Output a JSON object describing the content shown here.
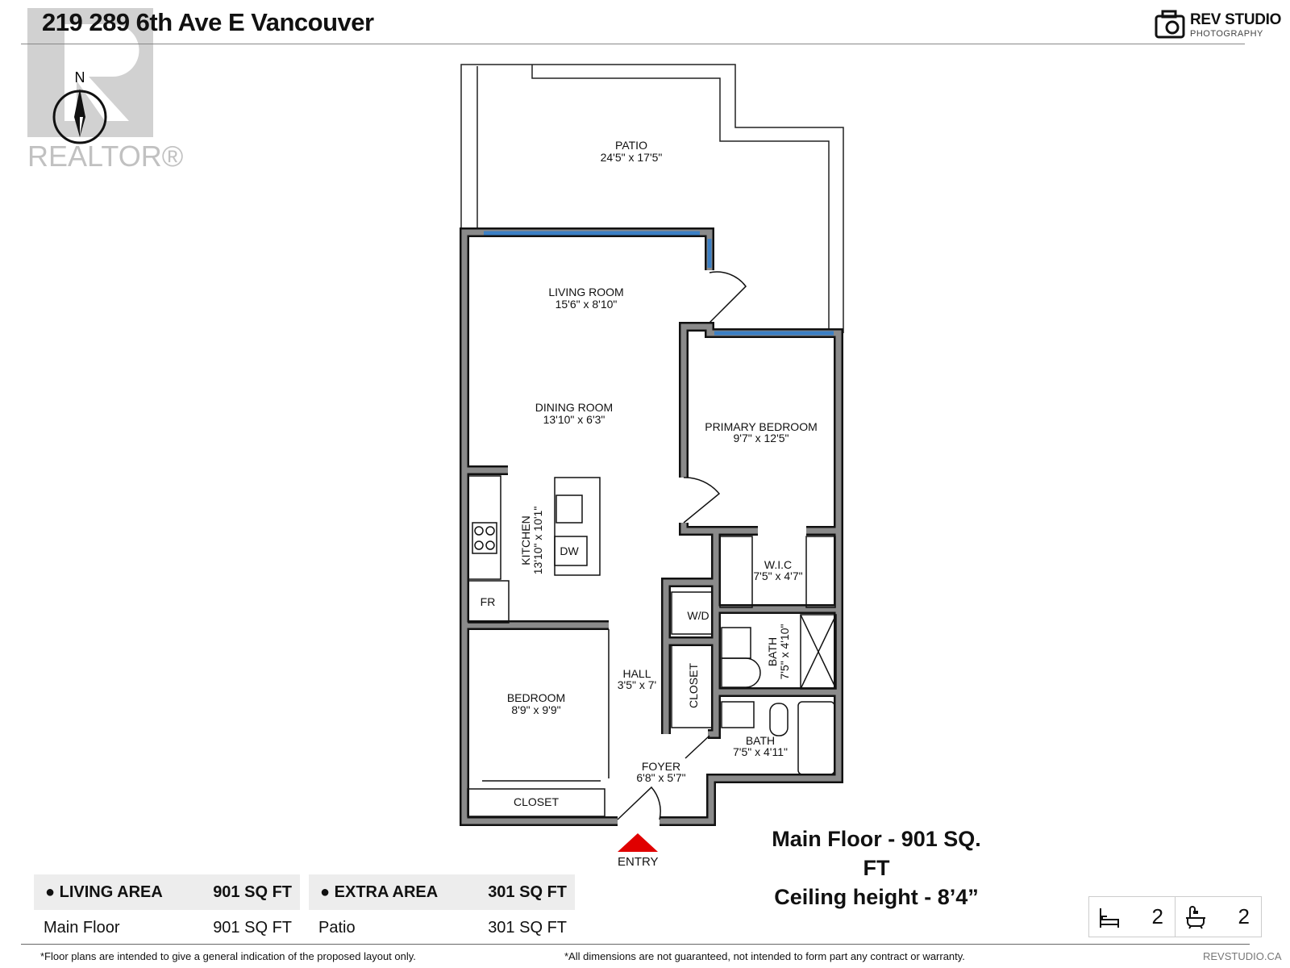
{
  "header": {
    "title": "219 289 6th Ave E Vancouver"
  },
  "brand": {
    "name": "REV STUDIO",
    "tagline": "PHOTOGRAPHY"
  },
  "watermark": {
    "text": "REALTOR®"
  },
  "compass": {
    "label": "N"
  },
  "rooms": [
    {
      "name": "PATIO",
      "size": "24'5\" x 17'5\""
    },
    {
      "name": "LIVING ROOM",
      "size": "15'6\" x 8'10\""
    },
    {
      "name": "DINING ROOM",
      "size": "13'10\" x 6'3\""
    },
    {
      "name": "PRIMARY BEDROOM",
      "size": "9'7\" x 12'5\""
    },
    {
      "name": "KITCHEN",
      "size": "13'10\" x 10'1\""
    },
    {
      "name": "W.I.C",
      "size": "7'5\" x 4'7\""
    },
    {
      "name": "BATH",
      "size": "7'5\" x 4'10\""
    },
    {
      "name": "HALL",
      "size": "3'5\" x 7'"
    },
    {
      "name": "BEDROOM",
      "size": "8'9\" x 9'9\""
    },
    {
      "name": "BATH",
      "size": "7'5\" x 4'11\""
    },
    {
      "name": "FOYER",
      "size": "6'8\" x 5'7\""
    }
  ],
  "fixtures": {
    "dw": "DW",
    "fr": "FR",
    "wd": "W/D",
    "closet1": "CLOSET",
    "closet2": "CLOSET"
  },
  "entry": "ENTRY",
  "summary": {
    "line1": "Main Floor - 901 SQ. FT",
    "line2": "Ceiling height - 8’4”"
  },
  "living_area": {
    "label": "LIVING AREA",
    "total": "901 SQ FT",
    "rows": [
      {
        "name": "Main Floor",
        "value": "901 SQ FT"
      }
    ]
  },
  "extra_area": {
    "label": "EXTRA AREA",
    "total": "301 SQ FT",
    "rows": [
      {
        "name": "Patio",
        "value": "301 SQ FT"
      }
    ]
  },
  "counts": {
    "bedrooms": "2",
    "bathrooms": "2"
  },
  "footer": {
    "left": "*Floor plans are intended to give a general indication of the proposed layout only.",
    "center": "*All dimensions are not guaranteed, not intended to form part any contract or warranty.",
    "right": "REVSTUDIO.CA"
  },
  "colors": {
    "wall": "#8a8a8a",
    "window": "#3b7fc4",
    "entry_arrow": "#e00000"
  }
}
